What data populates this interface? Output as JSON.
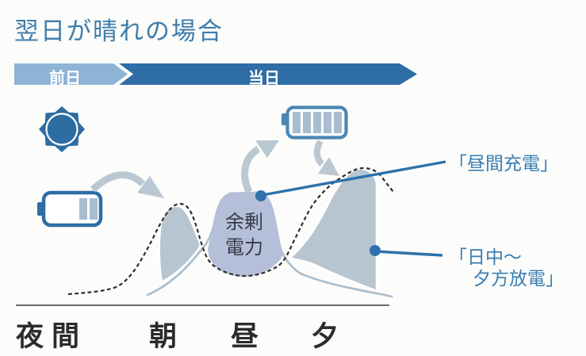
{
  "title": "翌日が晴れの場合",
  "timeline": {
    "previous_day": "前日",
    "current_day": "当日"
  },
  "diagram": {
    "surplus_label_line1": "余剰",
    "surplus_label_line2": "電力",
    "annotation_daytime_charge": "「昼間充電」",
    "annotation_discharge_line1": "「日中〜",
    "annotation_discharge_line2": "夕方放電」",
    "axis_labels": [
      "夜間",
      "朝",
      "昼",
      "夕"
    ],
    "icons": [
      "sun-icon",
      "battery-low-icon",
      "battery-full-icon",
      "curved-arrow-icon"
    ],
    "colors": {
      "title_blue": "#3e7dab",
      "bar_light_blue": "#8db3d5",
      "bar_dark_blue": "#2e6da5",
      "icon_blue": "#2e6da2",
      "hump_fill": "#b7c5d0",
      "surplus_fill": "#b6bfd9",
      "arrow_fill": "#b9c8d3",
      "leader_blue": "#2d72ac",
      "axis_text": "#2b2b2b"
    }
  }
}
